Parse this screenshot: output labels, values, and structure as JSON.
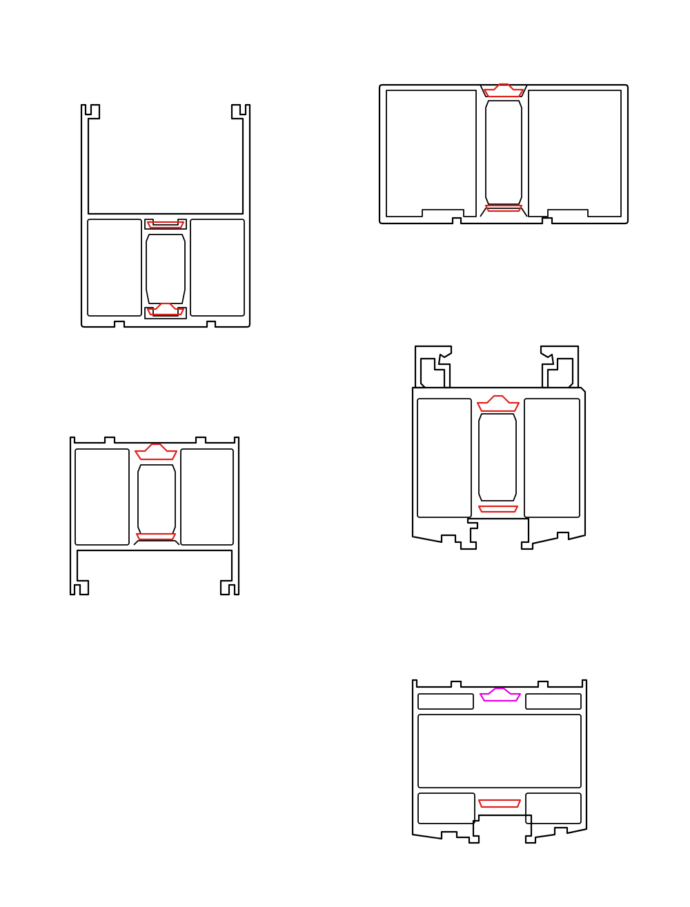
{
  "sheet": {
    "background": "#ffffff",
    "line_color": "#000000",
    "profiles": [
      {
        "id": "profile-a",
        "kind": "frame with glazing channel",
        "thermal_break_color": "#e0201c"
      },
      {
        "id": "profile-b",
        "kind": "coupling mullion",
        "thermal_break_color": "#e0201c"
      },
      {
        "id": "profile-c",
        "kind": "frame with bottom channel",
        "thermal_break_color": "#e0201c"
      },
      {
        "id": "profile-d",
        "kind": "sash with bead clips",
        "thermal_break_color": "#e0201c"
      },
      {
        "id": "profile-e",
        "kind": "sash with upper strips",
        "thermal_break_color": "#e400e4"
      }
    ]
  }
}
